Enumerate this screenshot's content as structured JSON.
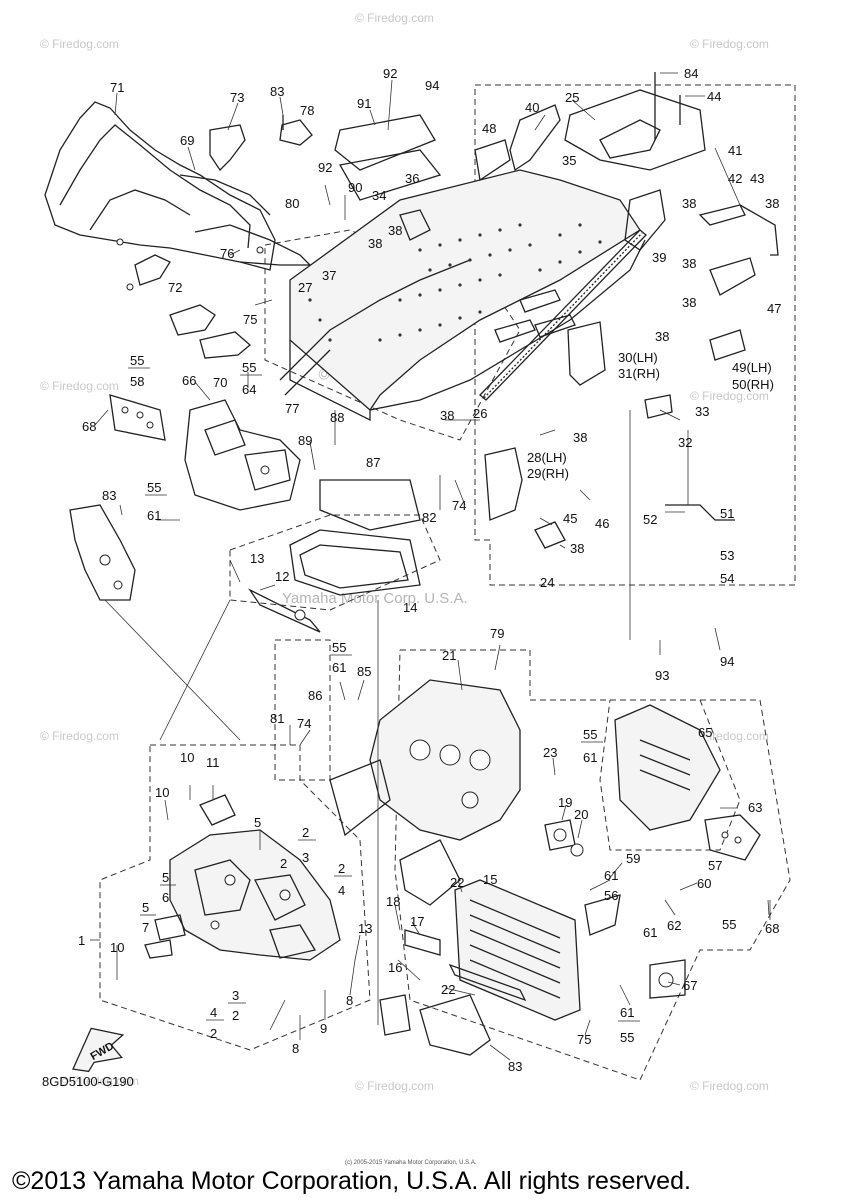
{
  "diagram": {
    "part_code": "8GD5100-G190",
    "fwd_label": "FWD",
    "watermark_center": "Yamaha Motor Corp. U.S.A.",
    "watermark_site": "© Firedog.com",
    "copyright_small": "(c) 2005-2015 Yamaha Motor Corporation, U.S.A.",
    "footer": "©2013 Yamaha Motor Corporation, U.S.A. All rights reserved.",
    "labels": {
      "l1": "1",
      "l2a": "2",
      "l2b": "2",
      "l2c": "2",
      "l2d": "2",
      "l2e": "2",
      "l3a": "3",
      "l3b": "3",
      "l4a": "4",
      "l4b": "4",
      "l5a": "5",
      "l5b": "5",
      "l5c": "5",
      "l6": "6",
      "l7": "7",
      "l8a": "8",
      "l8b": "8",
      "l9": "9",
      "l10a": "10",
      "l10b": "10",
      "l10c": "10",
      "l11": "11",
      "l12": "12",
      "l13a": "13",
      "l13b": "13",
      "l14": "14",
      "l15": "15",
      "l16": "16",
      "l17": "17",
      "l18": "18",
      "l19": "19",
      "l20": "20",
      "l21": "21",
      "l22a": "22",
      "l22b": "22",
      "l23": "23",
      "l24": "24",
      "l25": "25",
      "l26": "26",
      "l27": "27",
      "l28": "28(LH)",
      "l29": "29(RH)",
      "l30": "30(LH)",
      "l31": "31(RH)",
      "l32": "32",
      "l33": "33",
      "l34": "34",
      "l35": "35",
      "l36": "36",
      "l37": "37",
      "l38a": "38",
      "l38b": "38",
      "l38c": "38",
      "l38d": "38",
      "l38e": "38",
      "l38f": "38",
      "l38g": "38",
      "l38h": "38",
      "l38i": "38",
      "l38j": "38",
      "l39": "39",
      "l40": "40",
      "l41": "41",
      "l42": "42",
      "l43": "43",
      "l44": "44",
      "l45": "45",
      "l46": "46",
      "l47": "47",
      "l48": "48",
      "l49": "49(LH)",
      "l50": "50(RH)",
      "l51": "51",
      "l52": "52",
      "l53": "53",
      "l54": "54",
      "l55a": "55",
      "l55b": "55",
      "l55c": "55",
      "l55d": "55",
      "l55e": "55",
      "l55f": "55",
      "l55g": "55",
      "l56": "56",
      "l57": "57",
      "l58": "58",
      "l59": "59",
      "l60": "60",
      "l61a": "61",
      "l61b": "61",
      "l61c": "61",
      "l61d": "61",
      "l61e": "61",
      "l61f": "61",
      "l62": "62",
      "l63": "63",
      "l64": "64",
      "l65": "65",
      "l66": "66",
      "l67": "67",
      "l68a": "68",
      "l68b": "68",
      "l69": "69",
      "l70": "70",
      "l71": "71",
      "l72": "72",
      "l73": "73",
      "l74a": "74",
      "l74b": "74",
      "l75a": "75",
      "l75b": "75",
      "l76": "76",
      "l77": "77",
      "l78": "78",
      "l79": "79",
      "l80": "80",
      "l81": "81",
      "l82": "82",
      "l83a": "83",
      "l83b": "83",
      "l83c": "83",
      "l84": "84",
      "l85": "85",
      "l86": "86",
      "l87": "87",
      "l88": "88",
      "l89": "89",
      "l90": "90",
      "l91": "91",
      "l92a": "92",
      "l92b": "92",
      "l93": "93",
      "l94a": "94",
      "l94b": "94"
    }
  }
}
